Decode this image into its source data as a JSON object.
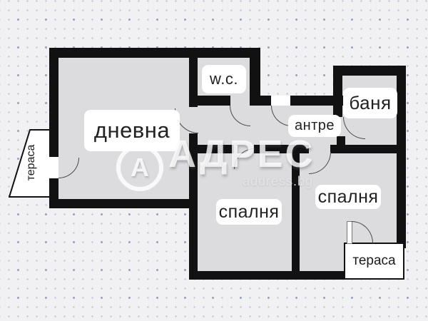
{
  "plan": {
    "rooms": {
      "living": "дневна",
      "wc": "w.c.",
      "bath": "баня",
      "hall": "антре",
      "bedroom_left": "спалня",
      "bedroom_right": "спалня",
      "terrace_left": "тераса",
      "terrace_right": "тераса"
    }
  },
  "watermark": {
    "logo_letter": "A",
    "brand": "АДРЕС",
    "site": "address.bg"
  },
  "colors": {
    "wall": "#111111",
    "floor": "#dcdcde",
    "background": "#f1f1f3",
    "dot_grid": "#bcc3d2",
    "label_background": "#ffffff",
    "label_text": "#222222"
  }
}
